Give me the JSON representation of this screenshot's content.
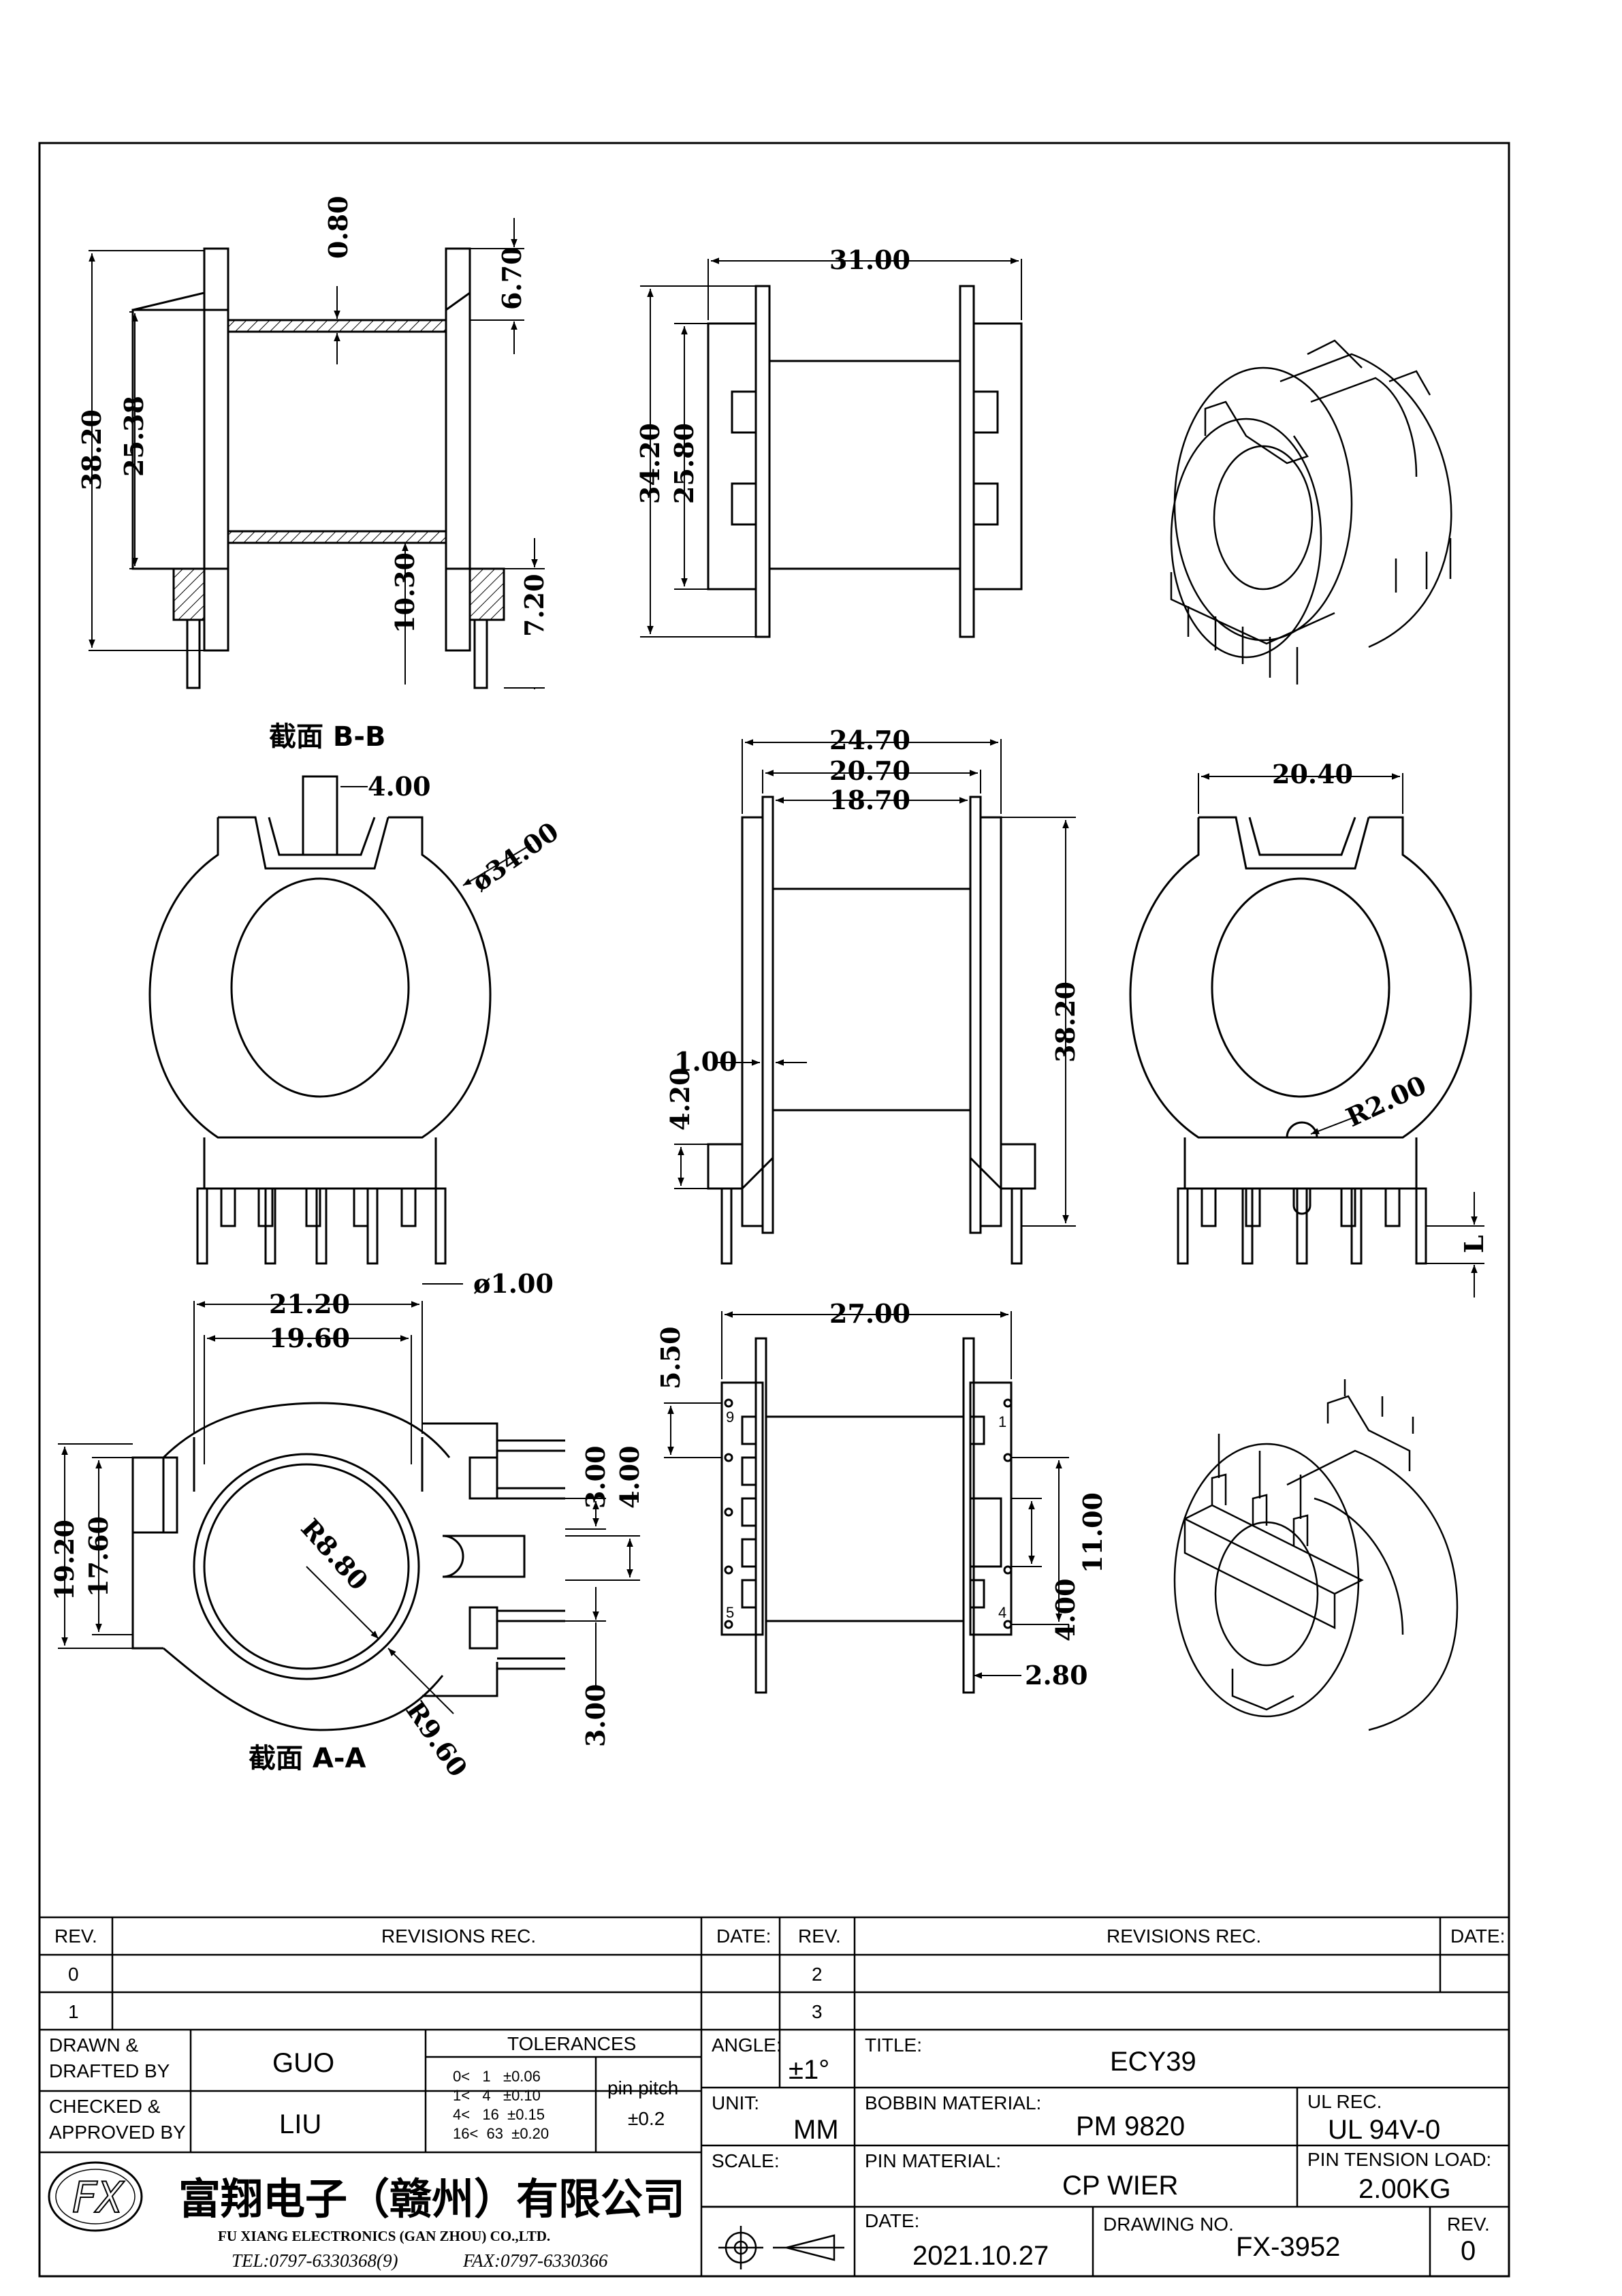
{
  "views": {
    "section_bb": {
      "caption": "截面  B-B",
      "dims": [
        "0.80",
        "6.70",
        "38.20",
        "25.38",
        "10.30",
        "7.20"
      ]
    },
    "side": {
      "dims": [
        "31.00",
        "34.20",
        "25.80"
      ]
    },
    "front": {
      "dims": [
        "4.00",
        "ø34.00"
      ]
    },
    "middle": {
      "dims": [
        "24.70",
        "20.70",
        "18.70",
        "38.20",
        "1.00",
        "4.20"
      ]
    },
    "right": {
      "dims": [
        "20.40",
        "R2.00",
        "L"
      ]
    },
    "section_aa": {
      "caption": "截面  A-A",
      "dims": [
        "ø1.00",
        "21.20",
        "19.60",
        "3.00",
        "4.00",
        "19.20",
        "17.60",
        "R8.80",
        "R9.60",
        "3.00"
      ]
    },
    "bottom": {
      "dims": [
        "27.00",
        "5.50",
        "11.00",
        "4.00",
        "2.80"
      ],
      "pins": [
        "9",
        "1",
        "5",
        "4"
      ]
    }
  },
  "revisions": {
    "headers": {
      "rev": "REV.",
      "rec": "REVISIONS   REC.",
      "date": "DATE:"
    },
    "left_revs": [
      "0",
      "1"
    ],
    "right_revs": [
      "2",
      "3"
    ]
  },
  "title_block": {
    "drawn_label": "DRAWN &\nDRAFTED BY",
    "drawn_value": "GUO",
    "checked_label": "CHECKED &\nAPPROVED BY",
    "checked_value": "LIU",
    "tolerances_label": "TOLERANCES",
    "tolerances": [
      "0<   1   ±0.06",
      "1<   4   ±0.10",
      "4<   16  ±0.15",
      "16<  63  ±0.20"
    ],
    "pin_pitch_label": "pin pitch",
    "pin_pitch_value": "±0.2",
    "angle_label": "ANGLE:",
    "angle_value": "±1°",
    "unit_label": "UNIT:",
    "unit_value": "MM",
    "scale_label": "SCALE:",
    "title_label": "TITLE:",
    "title_value": "ECY39",
    "bobbin_label": "BOBBIN MATERIAL:",
    "bobbin_value": "PM 9820",
    "ul_label": "UL REC.",
    "ul_value": "UL 94V-0",
    "pin_material_label": "PIN MATERIAL:",
    "pin_material_value": "CP WIER",
    "pin_tension_label": "PIN TENSION LOAD:",
    "pin_tension_value": "2.00KG",
    "date_label": "DATE:",
    "date_value": "2021.10.27",
    "drawing_no_label": "DRAWING NO.",
    "drawing_no_value": "FX-3952",
    "rev_label": "REV.",
    "rev_value": "0",
    "company_cn": "富翔电子（赣州）有限公司",
    "company_en": "FU XIANG ELECTRONICS (GAN ZHOU) CO.,LTD.",
    "tel": "TEL:0797-6330368(9)",
    "fax": "FAX:0797-6330366",
    "logo_text": "FX"
  }
}
